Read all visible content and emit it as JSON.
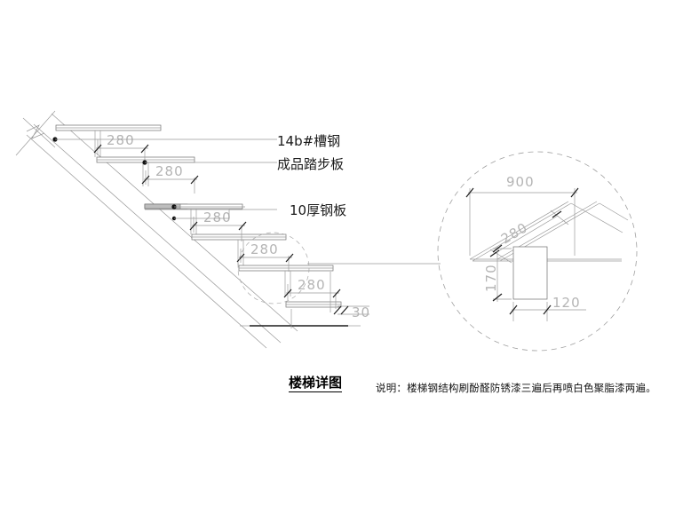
{
  "drawing": {
    "type": "architectural-detail",
    "discipline": "steel stair detail drawing",
    "title": "楼梯详图",
    "note": "说明：楼梯钢结构刷酚醛防锈漆三遍后再喷白色聚脂漆两遍。",
    "callouts": [
      {
        "id": "channel",
        "text": "14b#槽钢"
      },
      {
        "id": "tread",
        "text": "成品踏步板"
      },
      {
        "id": "plate",
        "text": "10厚钢板"
      }
    ],
    "main_view": {
      "name": "stair-elevation",
      "tread_dimensions": [
        "280",
        "280",
        "280",
        "280",
        "280"
      ],
      "riser_gap_dimension": "30",
      "step_count": 6
    },
    "detail_view": {
      "name": "enlarged-detail-circle",
      "dimensions": {
        "overall_length": "900",
        "tread_run": "280",
        "riser_height": "170",
        "plate_width": "120"
      }
    },
    "colors": {
      "line": "#1d1d1d",
      "thin_line": "#9a9a9a",
      "dimension_text": "#b4b4b4",
      "background": "#ffffff"
    }
  }
}
